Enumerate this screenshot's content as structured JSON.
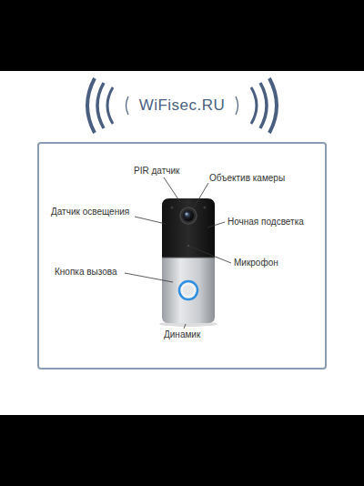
{
  "diagram": {
    "labels": [
      "WiFisec.RU",
      "PIR датчик",
      "Объектив камеры",
      "Датчик освещения",
      "Ночная подсветка",
      "Микрофон",
      "Кнопка вызова",
      "Динамик"
    ]
  }
}
